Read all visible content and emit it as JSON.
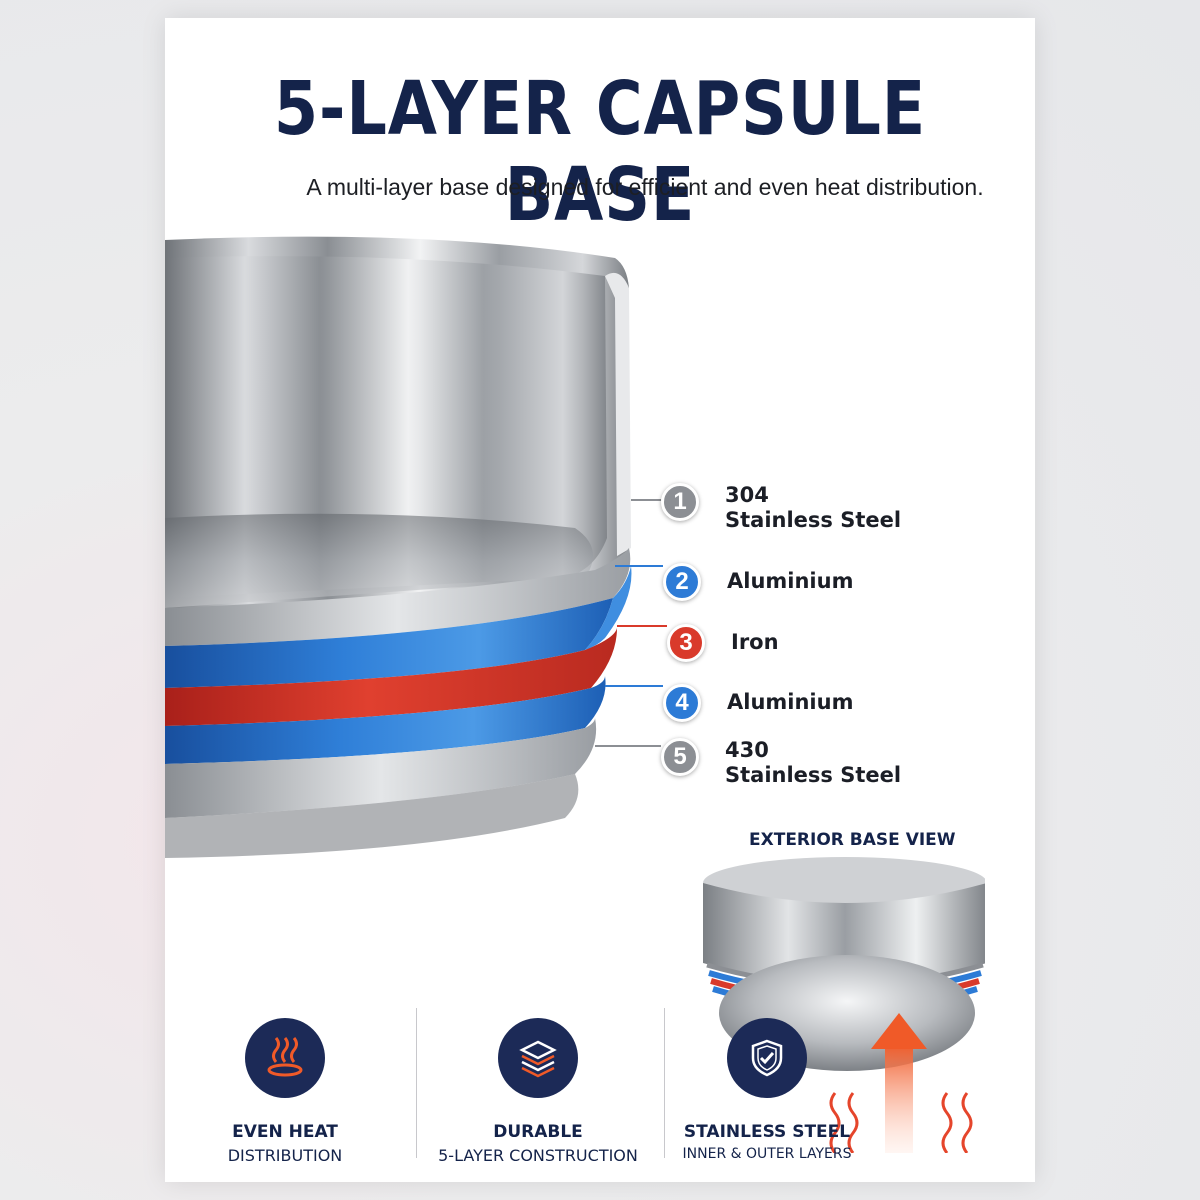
{
  "header": {
    "title": "5-LAYER CAPSULE BASE",
    "subtitle": "A multi-layer base designed for efficient and even heat distribution."
  },
  "layers": [
    {
      "number": "1",
      "line1": "304",
      "line2": "Stainless Steel",
      "color": "#8c8f94"
    },
    {
      "number": "2",
      "line1": "Aluminium",
      "line2": "",
      "color": "#2d7bd6"
    },
    {
      "number": "3",
      "line1": "Iron",
      "line2": "",
      "color": "#d93a2b"
    },
    {
      "number": "4",
      "line1": "Aluminium",
      "line2": "",
      "color": "#2d7bd6"
    },
    {
      "number": "5",
      "line1": "430",
      "line2": "Stainless Steel",
      "color": "#8c8f94"
    }
  ],
  "exterior_view": {
    "label": "EXTERIOR BASE VIEW"
  },
  "features": [
    {
      "icon": "heat-waves-icon",
      "line1": "EVEN HEAT",
      "line2": "DISTRIBUTION"
    },
    {
      "icon": "layers-icon",
      "line1": "DURABLE",
      "line2": "5-LAYER CONSTRUCTION"
    },
    {
      "icon": "shield-check-icon",
      "line1": "STAINLESS STEEL",
      "line2": "INNER & OUTER LAYERS"
    }
  ],
  "colors": {
    "navy": "#14234a",
    "steel": "#8c8f94",
    "aluminium_blue": "#2d7bd6",
    "iron_red": "#d93a2b",
    "heat_orange": "#f05a28"
  }
}
